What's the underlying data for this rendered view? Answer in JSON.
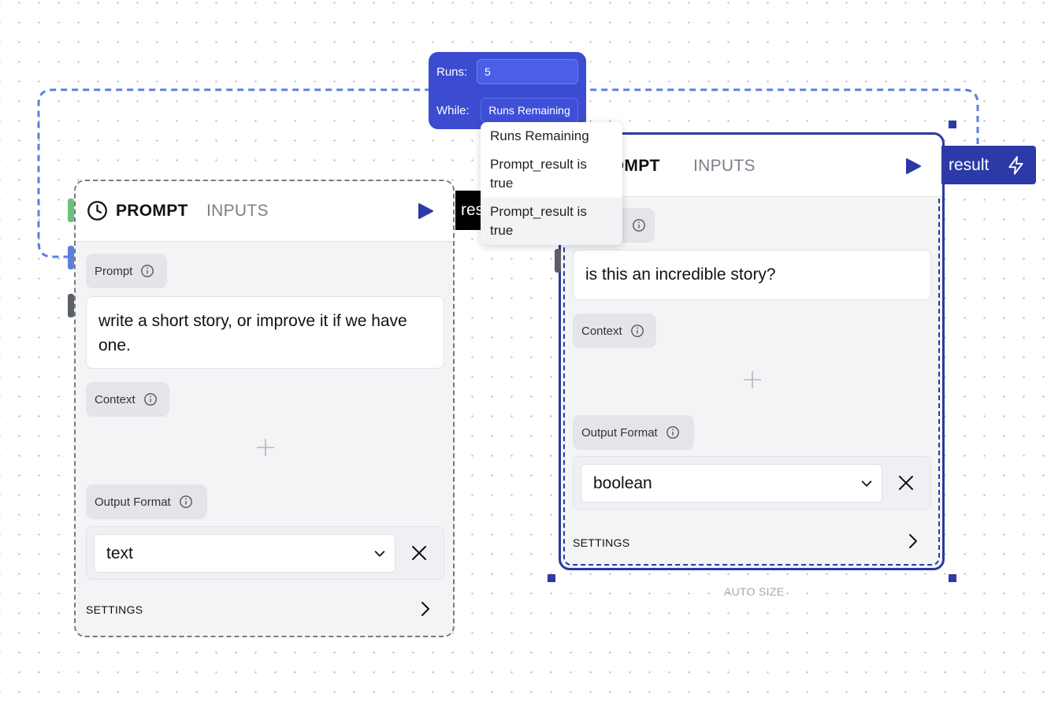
{
  "colors": {
    "accent": "#2b3aa6",
    "loop_box": "#3b4cd1",
    "handle_green": "#6cc17a",
    "handle_blue": "#5b7fe0",
    "handle_gray": "#5b5f66"
  },
  "loop_control": {
    "runs_label": "Runs:",
    "runs_value": "5",
    "while_label": "While:",
    "while_selected": "Runs Remaining"
  },
  "while_dropdown": {
    "options": [
      "Runs Remaining",
      "Prompt_result is true",
      "Prompt_result is true"
    ]
  },
  "left_node": {
    "tab_active": "PROMPT",
    "tab_inactive": "INPUTS",
    "prompt_label": "Prompt",
    "prompt_text": "write a short story, or improve it if we have one.",
    "context_label": "Context",
    "output_label": "Output Format",
    "output_value": "text",
    "settings_label": "SETTINGS",
    "result_tag": "result"
  },
  "right_node": {
    "tab_active": "PROMPT",
    "tab_inactive": "INPUTS",
    "prompt_text": "is this an incredible story?",
    "context_label": "Context",
    "output_label": "Output Format",
    "output_value": "boolean",
    "settings_label": "SETTINGS",
    "result_tag": "result",
    "auto_size": "AUTO SIZE"
  },
  "icons": {
    "clock": "clock-icon",
    "play": "play-icon",
    "info": "info-icon",
    "plus": "plus-icon",
    "chevron_down": "chevron-down-icon",
    "close": "close-icon",
    "chevron_right": "chevron-right-icon",
    "bolt": "lightning-icon"
  }
}
